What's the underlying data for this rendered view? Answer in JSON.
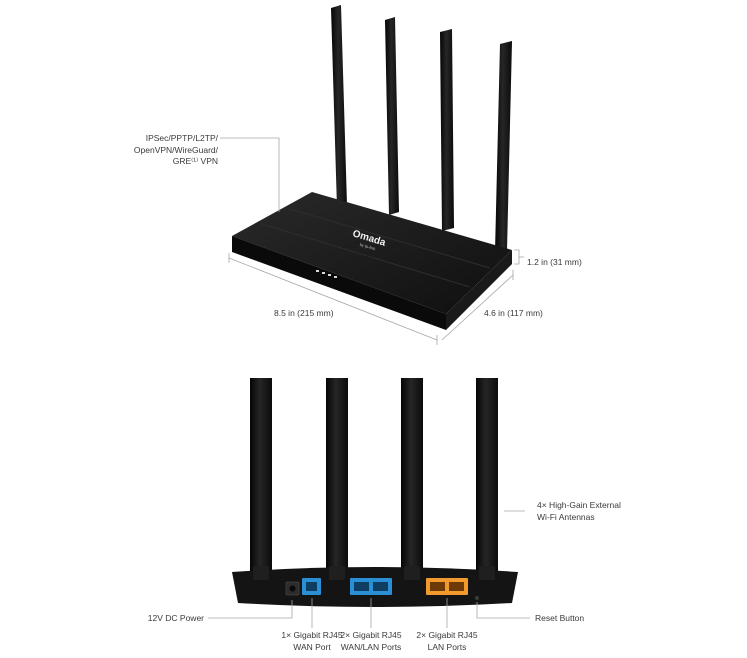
{
  "top_view": {
    "vpn_label": [
      "IPSec/PPTP/L2TP/",
      "OpenVPN/WireGuard/",
      "GRE⁽¹⁾ VPN"
    ],
    "height_label": "1.2 in (31 mm)",
    "width_label": "8.5 in (215 mm)",
    "depth_label": "4.6 in (117 mm)",
    "brand_logo": "Omada",
    "brand_sub": "by tp-link"
  },
  "rear_view": {
    "antennas_label": [
      "4× High-Gain External",
      "Wi-Fi Antennas"
    ],
    "power_label": "12V DC Power",
    "reset_label": "Reset Button",
    "wan_label": [
      "1× Gigabit RJ45",
      "WAN Port"
    ],
    "wanlan_label": [
      "2× Gigabit RJ45",
      "WAN/LAN Ports"
    ],
    "lan_label": [
      "2× Gigabit RJ45",
      "LAN Ports"
    ]
  },
  "colors": {
    "body": "#141414",
    "line": "#9a9a9a",
    "wan_port": "#2a8fd4",
    "lan_port": "#f29a2e"
  },
  "icons": [
    "router-antenna",
    "rj45-port",
    "power-jack",
    "reset-hole",
    "status-led"
  ]
}
